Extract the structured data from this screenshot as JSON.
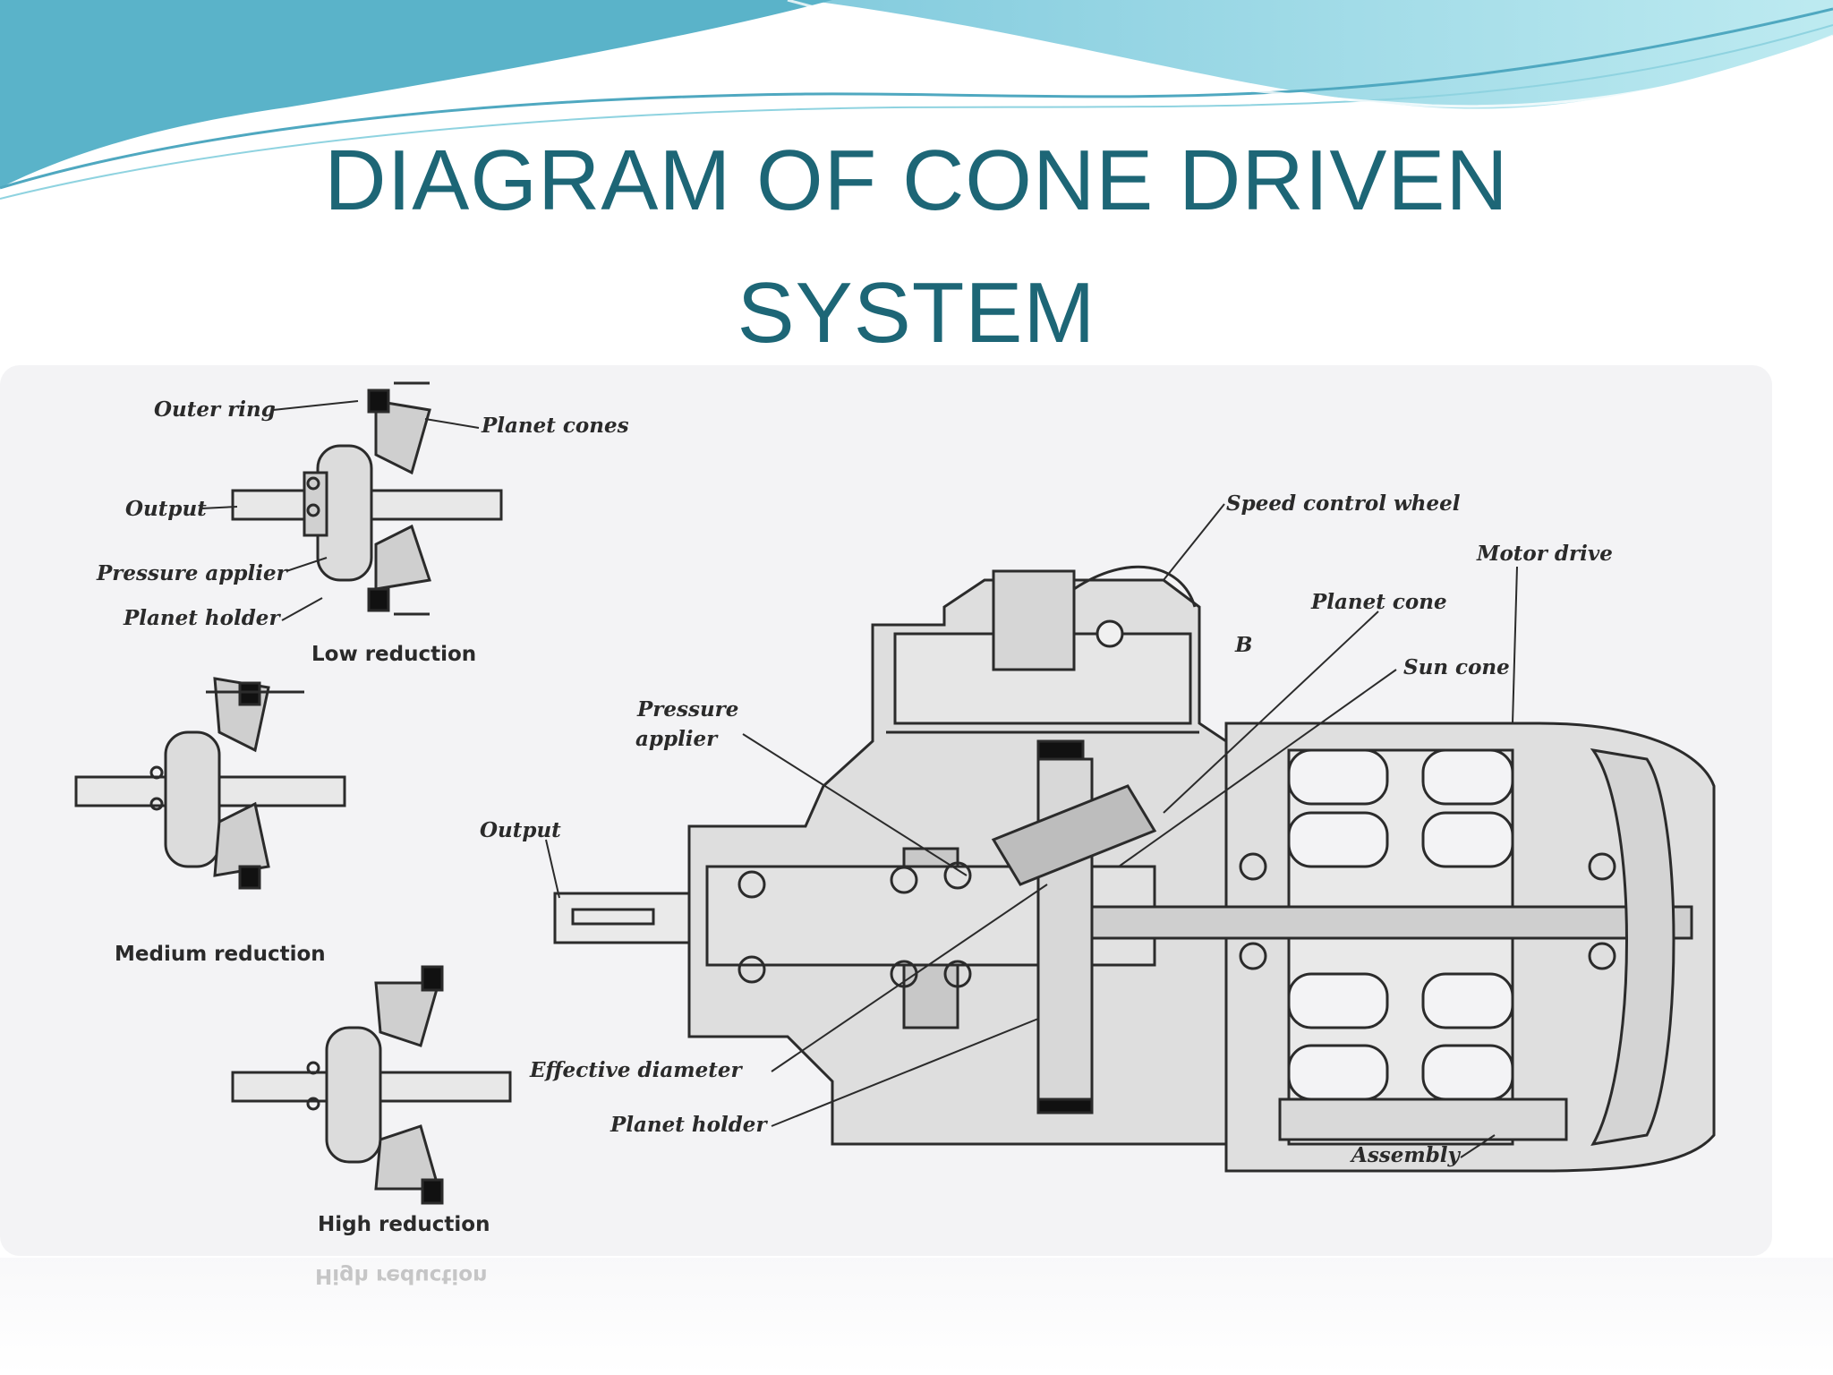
{
  "slide": {
    "title_line1": "DIAGRAM OF CONE DRIVEN",
    "title_line2": "SYSTEM"
  },
  "diagram": {
    "small_labels": {
      "outer_ring": "Outer ring",
      "planet_cones": "Planet cones",
      "output": "Output",
      "pressure_applier": "Pressure applier",
      "planet_holder": "Planet holder"
    },
    "captions": {
      "low": "Low reduction",
      "medium": "Medium reduction",
      "high": "High reduction"
    },
    "main_labels": {
      "speed_control_wheel": "Speed control wheel",
      "motor_drive": "Motor drive",
      "planet_cone": "Planet cone",
      "b_marker": "B",
      "sun_cone": "Sun cone",
      "pressure_line1": "Pressure",
      "pressure_line2": "applier",
      "output": "Output",
      "effective_diameter": "Effective diameter",
      "planet_holder": "Planet holder",
      "assembly": "Assembly"
    }
  },
  "colors": {
    "title": "#1d6676",
    "wave_dark": "#5ab3c9",
    "wave_light": "#9edbe6"
  }
}
